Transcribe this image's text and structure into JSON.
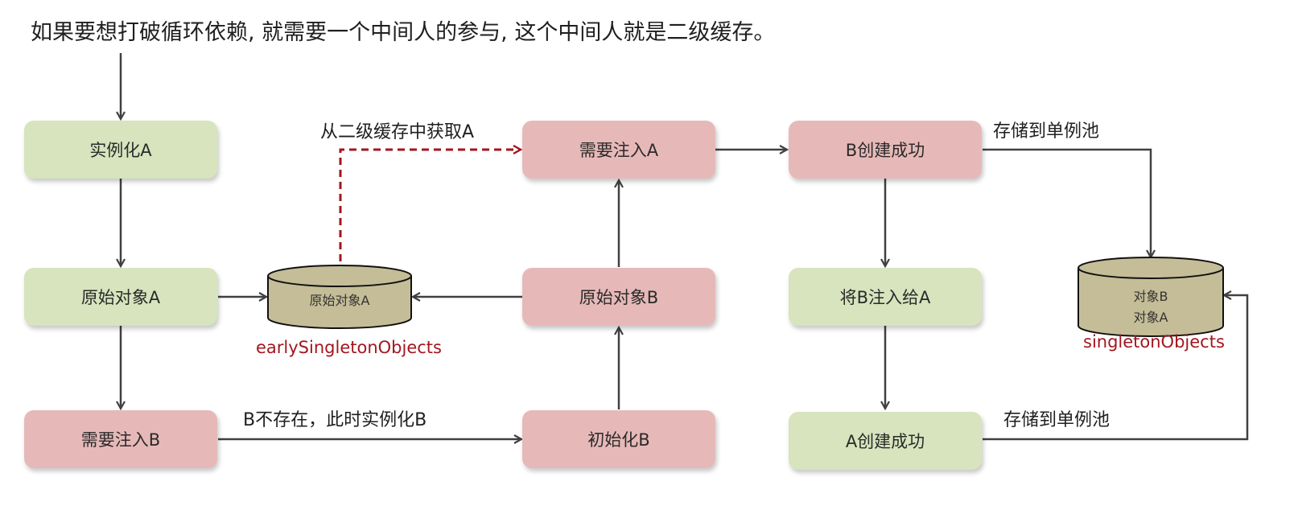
{
  "title": "如果要想打破循环依赖, 就需要一个中间人的参与, 这个中间人就是二级缓存。",
  "nodes": {
    "instantiate_a": "实例化A",
    "raw_object_a": "原始对象A",
    "need_inject_b": "需要注入B",
    "need_inject_a": "需要注入A",
    "raw_object_b": "原始对象B",
    "init_b": "初始化B",
    "b_created": "B创建成功",
    "inject_b_into_a": "将B注入给A",
    "a_created": "A创建成功"
  },
  "caches": {
    "early": {
      "name": "earlySingletonObjects",
      "contents": [
        "原始对象A"
      ]
    },
    "singleton": {
      "name": "singletonObjects",
      "contents": [
        "对象B",
        "对象A"
      ]
    }
  },
  "edge_labels": {
    "get_from_second_cache": "从二级缓存中获取A",
    "b_not_exist": "B不存在，此时实例化B",
    "store_to_pool_b": "存储到单例池",
    "store_to_pool_a": "存储到单例池"
  },
  "colors": {
    "green_node": "#d7e4bd",
    "pink_node": "#e6b9b8",
    "cylinder": "#c4bd97",
    "arrow": "#404040",
    "dashed_arrow": "#a3161f",
    "cache_label": "#a3161f"
  }
}
